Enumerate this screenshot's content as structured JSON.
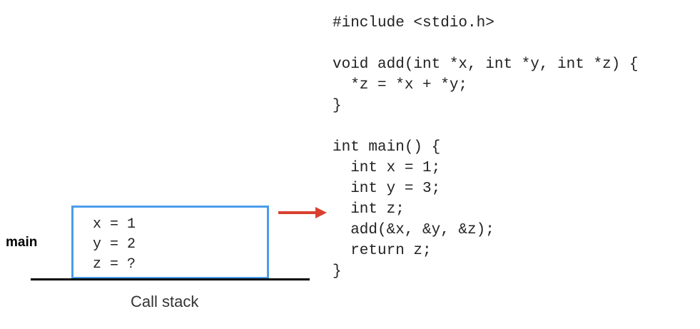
{
  "colors": {
    "frame_border": "#4a9cea",
    "arrow": "#d9402f",
    "stack_base": "#000000"
  },
  "call_stack": {
    "frame_label": "main",
    "variables": [
      "x = 1",
      "y = 2",
      "z = ?"
    ],
    "caption": "Call stack"
  },
  "code": {
    "lines": [
      "#include <stdio.h>",
      "",
      "void add(int *x, int *y, int *z) {",
      "  *z = *x + *y;",
      "}",
      "",
      "int main() {",
      "  int x = 1;",
      "  int y = 3;",
      "  int z;",
      "  add(&x, &y, &z);",
      "  return z;",
      "}"
    ],
    "current_line_index": 9
  },
  "arrow_icon": "right-arrow-icon"
}
